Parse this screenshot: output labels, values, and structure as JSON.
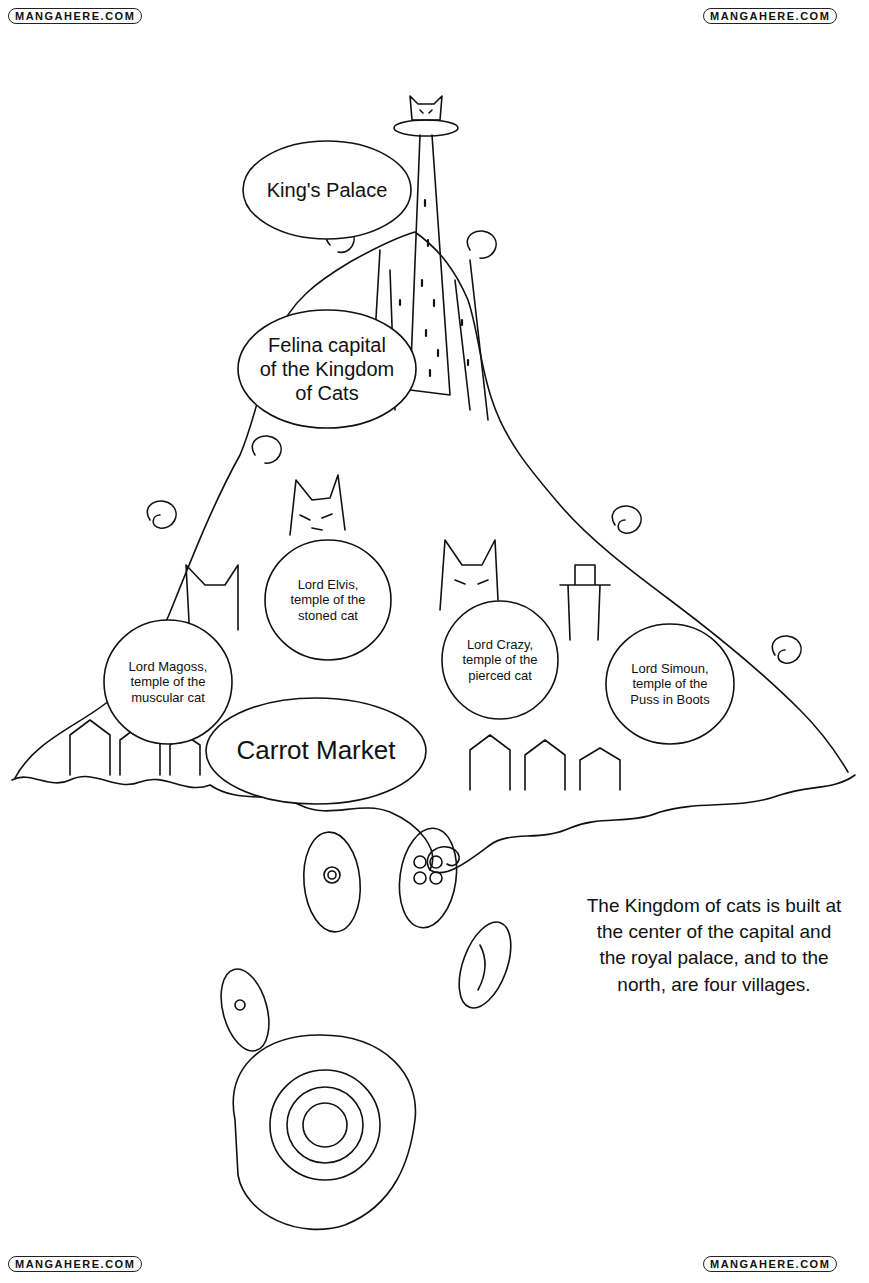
{
  "diagram": {
    "nodes": [
      {
        "text": [
          "King's Palace"
        ]
      },
      {
        "text": [
          "Felina capital of the Kingdom of Cats"
        ]
      },
      {
        "text": [
          "Lord Elvis, temple of the stoned cat"
        ]
      },
      {
        "text": [
          "Lord Magoss, temple of the muscular cat"
        ]
      },
      {
        "text": [
          "Lord Crazy, temple of the pierced cat"
        ]
      },
      {
        "text": [
          "Lord Simoun, temple of the Puss in Boots"
        ]
      },
      {
        "text": [
          "Carrot Market"
        ]
      }
    ],
    "labels": [
      "The Kingdom of cats is built at the center of the capital and the royal palace, and to the north, are four villages.",
      "MANGAHERE.COM",
      "MANGAHERE.COM",
      "MANGAHERE.COM",
      "MANGAHERE.COM"
    ]
  }
}
